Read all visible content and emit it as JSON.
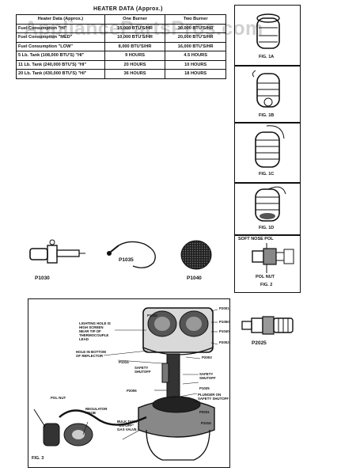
{
  "watermark": "AppliancePartsPros.com",
  "heater_table": {
    "title": "HEATER DATA (Approx.)",
    "headers": [
      "Heater Data (Approx.)",
      "One Burner",
      "Two Burner"
    ],
    "rows": [
      {
        "label": "Fuel Consumption \"HI\"",
        "one": "15,000 BTU'S/HR",
        "two": "30,000 BTU'S/HR"
      },
      {
        "label": "Fuel Consumption \"MED\"",
        "one": "10,000 BTU'S/HR",
        "two": "20,000 BTU'S/HR"
      },
      {
        "label": "Fuel Consumption \"LOW\"",
        "one": "8,000 BTU'S/HR",
        "two": "16,000 BTU'S/HR"
      },
      {
        "label": "5 Lb. Tank (108,000 BTU'S) \"HI\"",
        "one": "9 HOURS",
        "two": "4.5 HOURS"
      },
      {
        "label": "11 Lb. Tank (240,000 BTU'S) \"HI\"",
        "one": "20 HOURS",
        "two": "10 HOURS"
      },
      {
        "label": "20 Lb. Tank (430,000 BTU'S) \"HI\"",
        "one": "36 HOURS",
        "two": "18 HOURS"
      }
    ]
  },
  "figures": {
    "fig1a": "FIG. 1A",
    "fig1b": "FIG. 1B",
    "fig1c": "FIG. 1C",
    "fig1d": "FIG. 1D",
    "fig2_top": "SOFT NOSE POL",
    "fig2_nut": "POL NUT",
    "fig2": "FIG. 2",
    "fig3": "FIG. 3"
  },
  "parts": {
    "p1030": "P1030",
    "p1035": "P1035",
    "p1040": "P1040",
    "p2025": "P2025"
  },
  "callouts": {
    "lighting_hole": [
      "LIGHTING HOLE IS",
      "HIGH SCREEN",
      "NEAR TIP OF",
      "THERMOCOUPLE",
      "LEAD"
    ],
    "hole_bottom": [
      "HOLE IN BOTTOM",
      "OF REFLECTOR"
    ],
    "p1010": "P1010",
    "p2001": "P2001",
    "p1050": "P1050",
    "p1040b": "P1040",
    "p2002": "P2002",
    "p2003": "P2003",
    "safety_shutoff_r": [
      "SAFETY",
      "SHUTOFF"
    ],
    "p1025": "P1025",
    "plunger": [
      "PLUNGER ON",
      "SAFETY SHUTOFF"
    ],
    "p1015": "P1015",
    "safety_shutoff_l": [
      "SAFETY",
      "SHUTOFF"
    ],
    "p2006": "P2006",
    "p2031": "P2031",
    "p1016": "P1016",
    "pol_nut": "POL NUT",
    "regulator": [
      "REGULATOR",
      "KNOB"
    ],
    "bulk_tank": [
      "BULK TANK",
      "\"ON-OFF\"",
      "GAS VALVE"
    ]
  }
}
